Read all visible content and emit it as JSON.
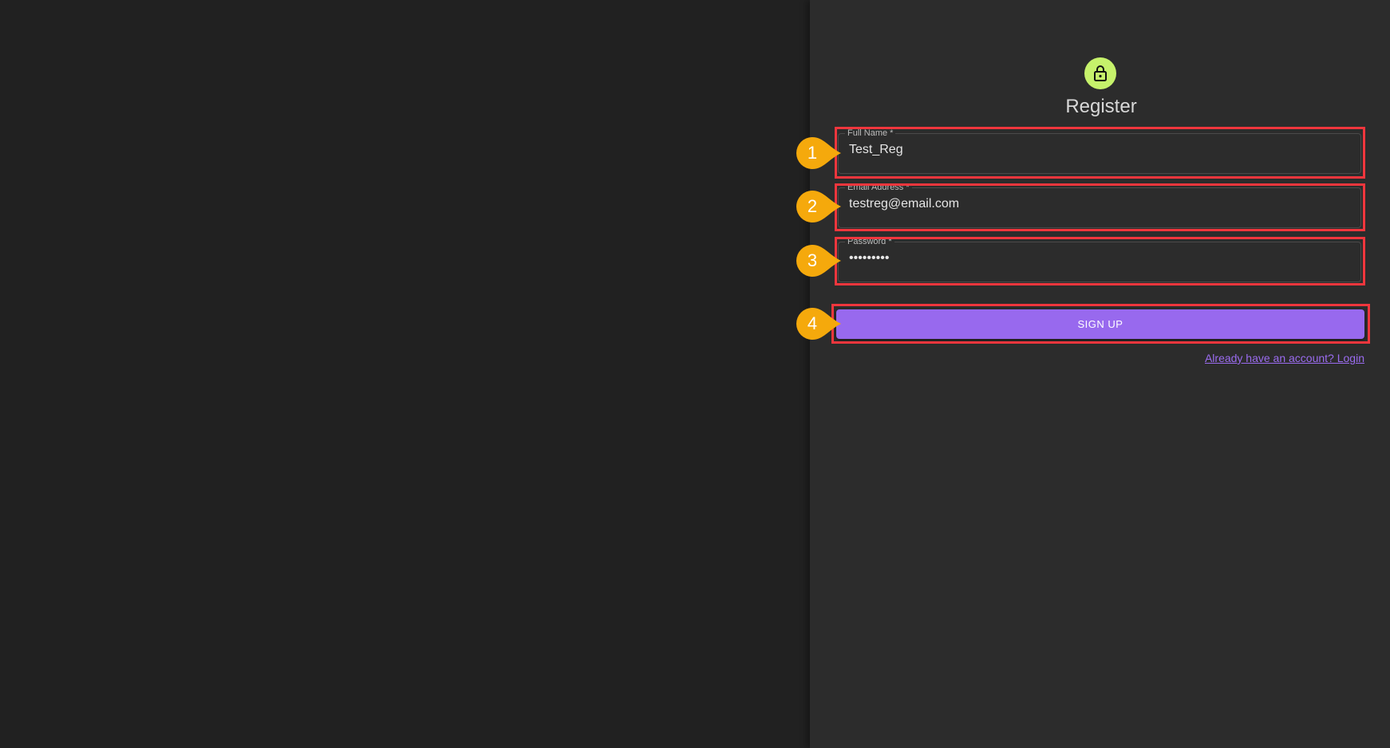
{
  "form": {
    "title": "Register",
    "icon": "lock-icon",
    "avatar_color": "#c6f26b",
    "fields": [
      {
        "label": "Full Name *",
        "value": "Test_Reg"
      },
      {
        "label": "Email Address *",
        "value": "testreg@email.com"
      },
      {
        "label": "Password *",
        "value": "•••••••••"
      }
    ],
    "submit_label": "SIGN UP",
    "login_link": "Already have an account? Login",
    "accent_color": "#9869ee"
  },
  "annotations": {
    "markers": [
      "1",
      "2",
      "3",
      "4"
    ],
    "marker_color": "#f5a90c",
    "highlight_color": "#f0363d"
  }
}
